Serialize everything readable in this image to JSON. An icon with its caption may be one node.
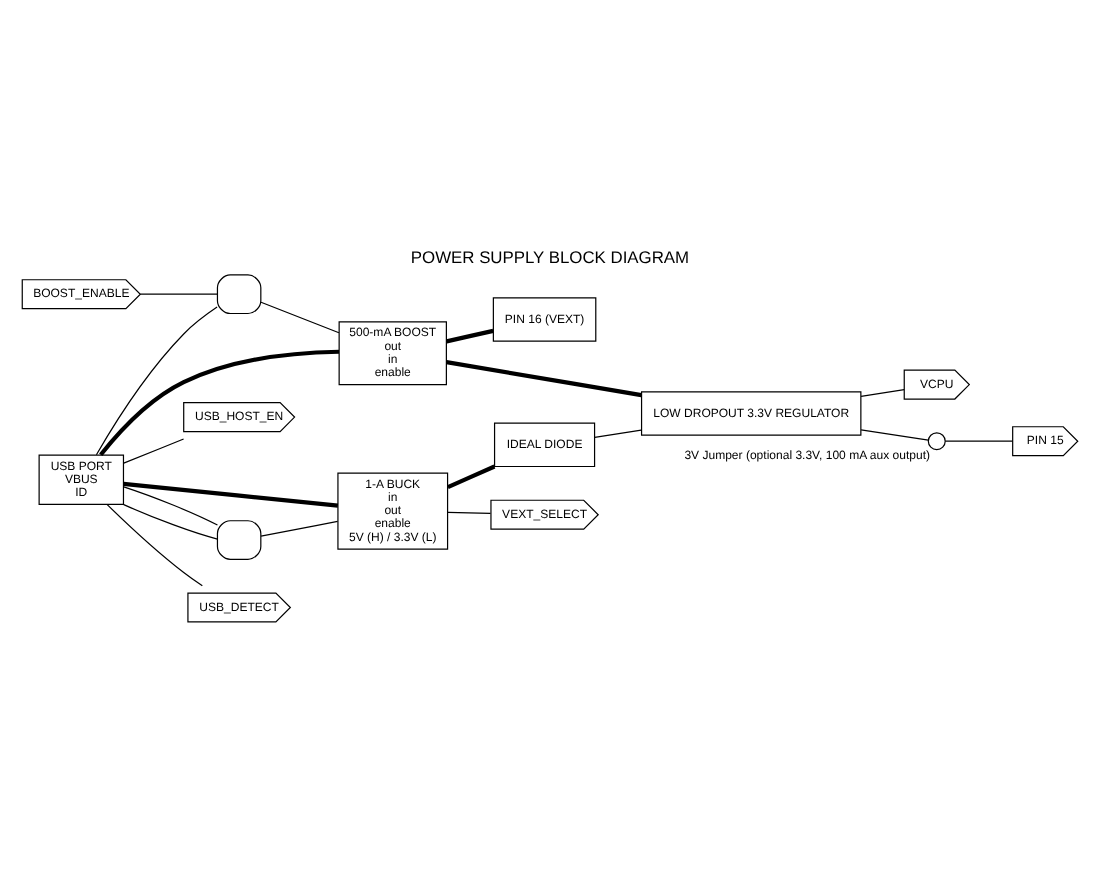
{
  "diagram": {
    "title": "POWER SUPPLY BLOCK DIAGRAM",
    "nodes": [
      {
        "text": [
          "USB PORT",
          "VBUS",
          "ID"
        ]
      },
      {
        "text": [
          "500-mA BOOST",
          "out",
          "in",
          "enable"
        ]
      },
      {
        "text": [
          "PIN 16 (VEXT)"
        ]
      },
      {
        "text": [],
        "shape": "gate"
      },
      {
        "text": [
          "BOOST_ENABLE"
        ]
      },
      {
        "text": [
          "USB_HOST_EN"
        ]
      },
      {
        "text": [
          "1-A BUCK",
          "in",
          "out",
          "enable",
          "5V (H) / 3.3V (L)"
        ]
      },
      {
        "text": [
          "IDEAL DIODE"
        ]
      },
      {
        "text": [
          "LOW DROPOUT 3.3V REGULATOR"
        ]
      },
      {
        "text": [],
        "shape": "gate"
      },
      {
        "text": [
          "USB_DETECT"
        ]
      },
      {
        "text": [
          "VEXT_SELECT"
        ]
      },
      {
        "text": [
          "VCPU"
        ]
      },
      {
        "text": [],
        "shape": "circle",
        "beside": [
          "3V Jumper (optional 3.3V, 100 mA aux output)"
        ]
      },
      {
        "text": [
          "PIN 15"
        ]
      }
    ],
    "edges": [
      {
        "from": 0,
        "to": 1,
        "arrow": "none",
        "style": "thick"
      },
      {
        "from": 1,
        "to": 2,
        "arrow": "none",
        "style": "thick"
      },
      {
        "from": 0,
        "to": 6,
        "arrow": "none",
        "style": "thick"
      },
      {
        "from": 0,
        "to": 3,
        "arrow": "none"
      },
      {
        "from": 0,
        "to": 5,
        "arrow": "none"
      },
      {
        "from": 0,
        "to": 9,
        "arrow": "none"
      },
      {
        "from": 0,
        "to": 9,
        "arrow": "none"
      },
      {
        "from": 0,
        "to": 10,
        "arrow": "none"
      },
      {
        "from": 3,
        "to": 1,
        "arrow": "none"
      },
      {
        "from": 4,
        "to": 3,
        "arrow": "none"
      },
      {
        "from": 9,
        "to": 6,
        "arrow": "none"
      },
      {
        "from": 6,
        "to": 11,
        "arrow": "none"
      },
      {
        "from": 6,
        "to": 7,
        "arrow": "none",
        "style": "thick"
      },
      {
        "from": 7,
        "to": 8,
        "arrow": "none"
      },
      {
        "from": 1,
        "to": 8,
        "arrow": "none",
        "style": "thick"
      },
      {
        "from": 8,
        "to": 12,
        "arrow": "none"
      },
      {
        "from": 8,
        "to": 13,
        "arrow": "none"
      },
      {
        "from": 13,
        "to": 14,
        "arrow": "none"
      }
    ]
  }
}
